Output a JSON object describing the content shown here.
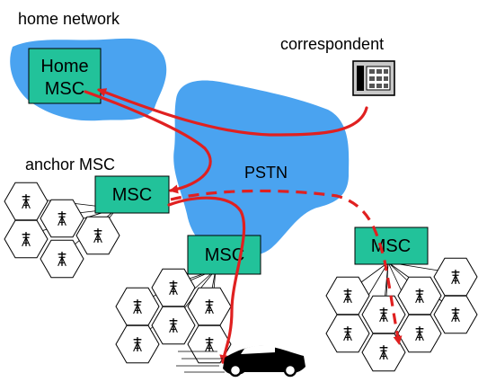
{
  "labels": {
    "home_network": "home network",
    "correspondent": "correspondent",
    "anchor_msc": "anchor MSC",
    "pstn": "PSTN"
  },
  "msc": {
    "home_line1": "Home",
    "home_line2": "MSC",
    "anchor": "MSC",
    "serving": "MSC",
    "visited": "MSC"
  },
  "icons": {
    "phone": "telephone-icon",
    "car": "car-icon",
    "tower": "antenna-tower-icon"
  },
  "colors": {
    "cloud": "#4aa3f0",
    "msc_box": "#22c29a",
    "route": "#e02020"
  }
}
